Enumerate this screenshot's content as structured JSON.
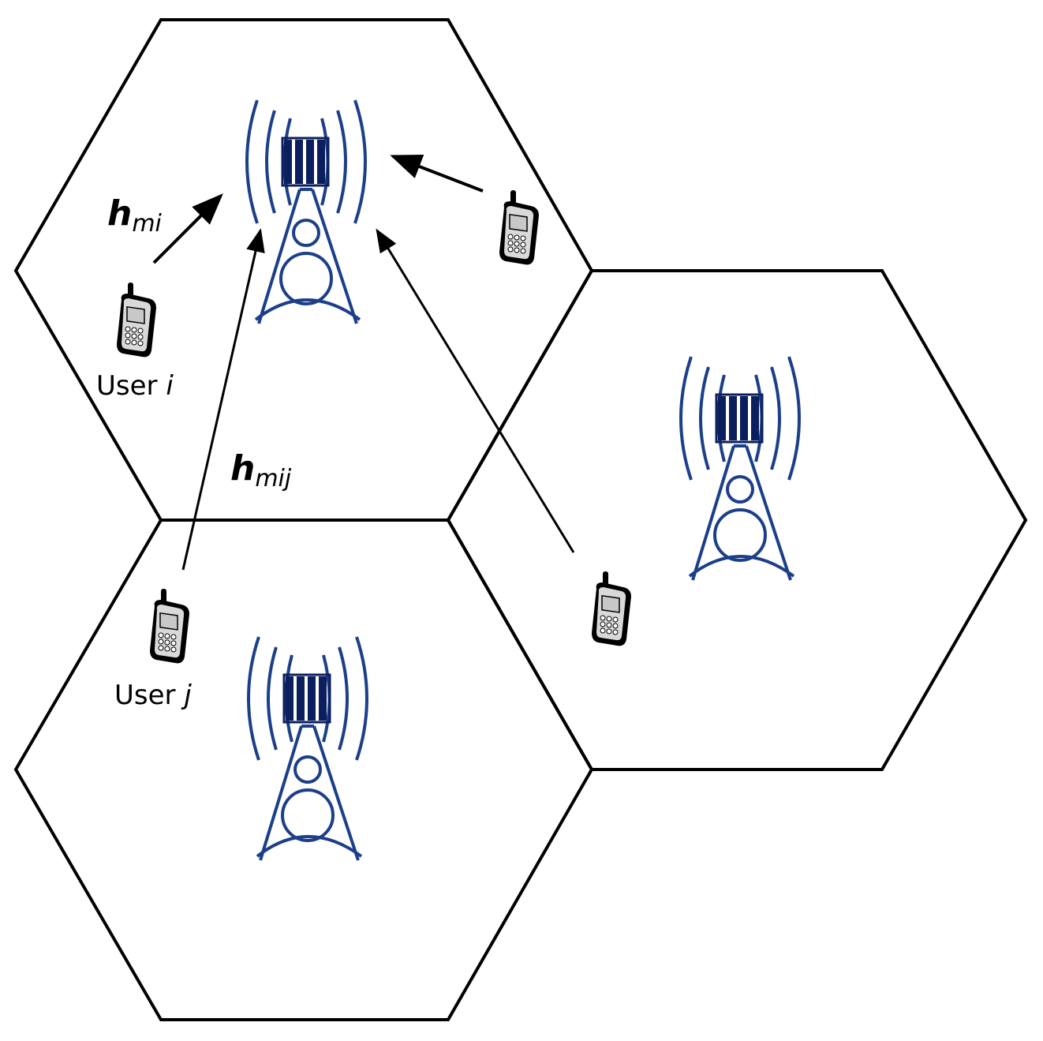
{
  "cells": [
    {
      "name": "top-left"
    },
    {
      "name": "right"
    },
    {
      "name": "bottom-left"
    }
  ],
  "labels": {
    "user_i": {
      "prefix": "User ",
      "var": "i"
    },
    "user_j": {
      "prefix": "User ",
      "var": "j"
    },
    "h_mi": {
      "main": "h",
      "sub": "mi"
    },
    "h_mij": {
      "main": "h",
      "sub": "mij"
    }
  },
  "icons": {
    "base_station": "cell-tower-icon",
    "user": "mobile-phone-icon"
  },
  "colors": {
    "tower": "#1c3f8a",
    "tower_dark": "#0b1f5e",
    "lines": "#000000",
    "phone_body": "#d9d9d9",
    "phone_screen": "#c8c8c8"
  }
}
